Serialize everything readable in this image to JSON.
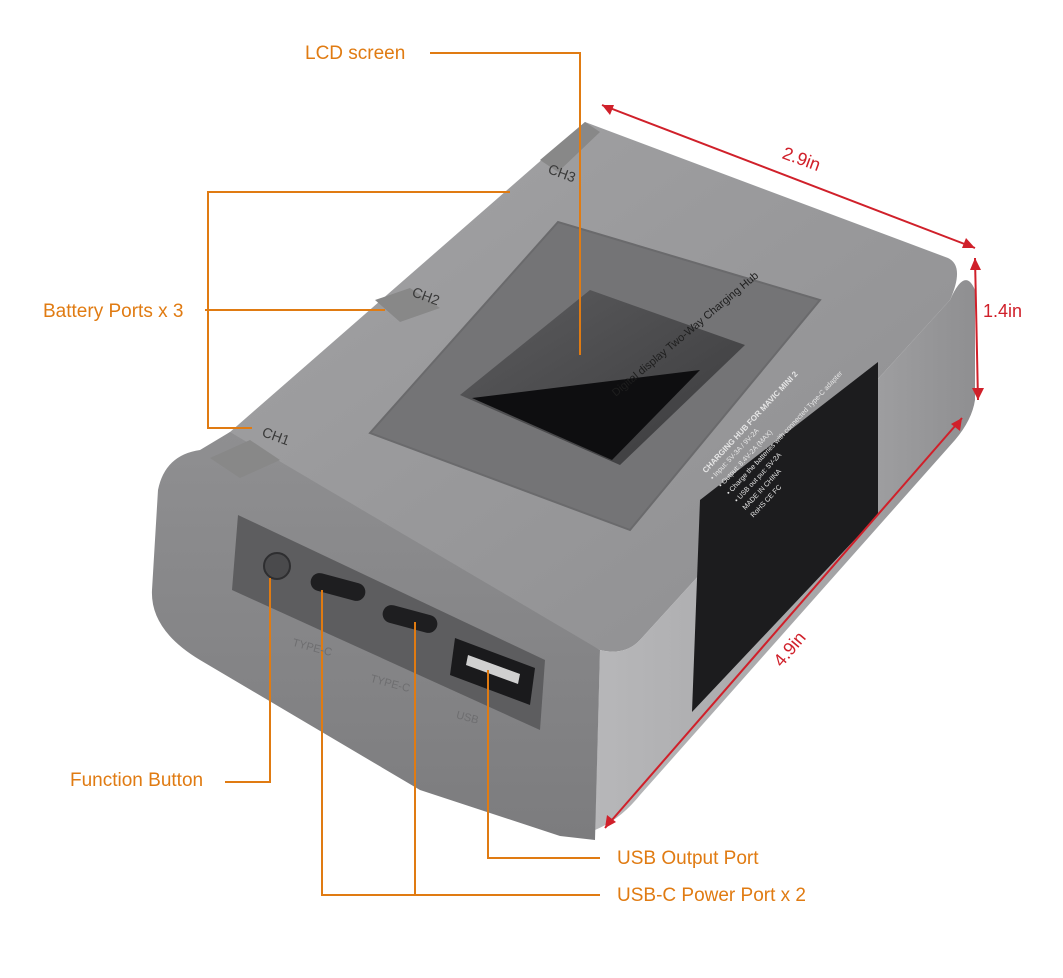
{
  "colors": {
    "callout": "#E07B12",
    "dimension": "#D0202A",
    "body_top": "#9a9a9c",
    "body_side": "#a9a9ab",
    "body_front": "#8a8a8c",
    "label_bg": "#1c1c1e"
  },
  "callouts": {
    "lcd_screen": "LCD screen",
    "battery_ports": "Battery Ports x 3",
    "function_button": "Function Button",
    "usb_output": "USB Output Port",
    "usb_c_power": "USB-C Power Port x 2"
  },
  "dimensions": {
    "width": "2.9in",
    "height": "1.4in",
    "length": "4.9in"
  },
  "device": {
    "channel_labels": [
      "CH1",
      "CH2",
      "CH3"
    ],
    "screen_caption": "Digital display Two-Way Charging Hub",
    "port_labels": [
      "TYPE-C",
      "TYPE-C"
    ],
    "usb_symbol": "USB",
    "product_label": {
      "title": "CHARGING HUB FOR MAVIC MINI 2",
      "lines": [
        "• Input: 5V-3A / 9V-2A",
        "• Output: 8.4V-2A (MAX)",
        "• Charge the batteries with connected Type-C adapter",
        "• USB out put: 5V-2A",
        "MADE IN CHINA"
      ],
      "marks": "RoHS  CE  FC"
    }
  }
}
